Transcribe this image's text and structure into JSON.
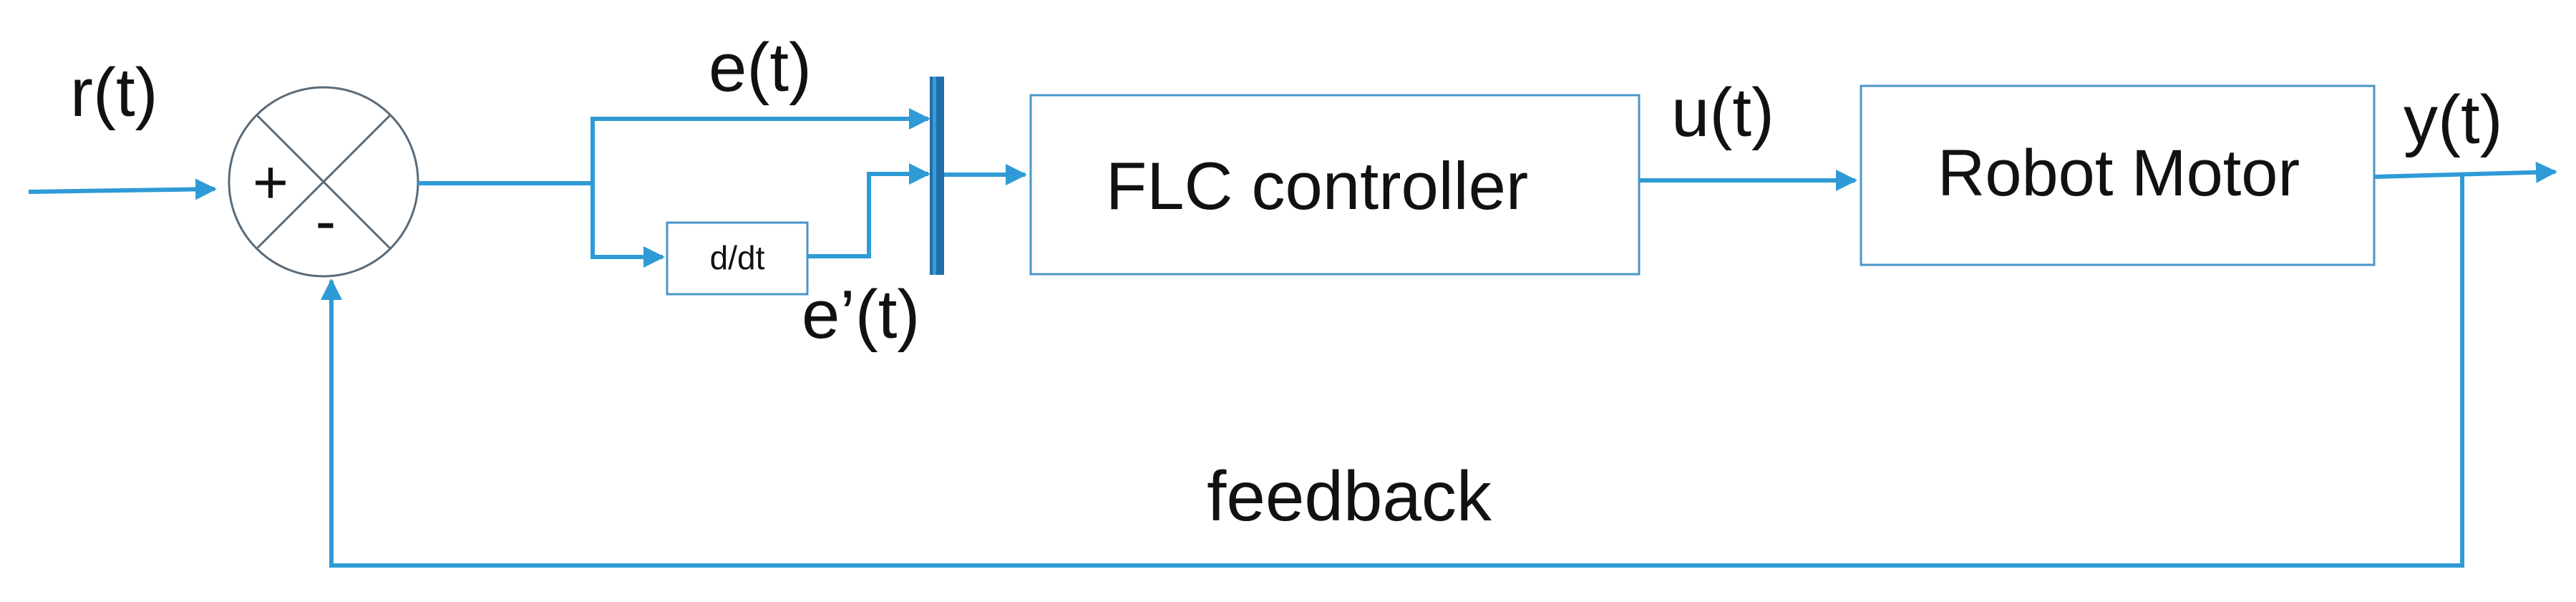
{
  "diagram": {
    "signals": {
      "reference": "r(t)",
      "error": "e(t)",
      "error_derivative": "e’(t)",
      "control": "u(t)",
      "output": "y(t)",
      "feedback": "feedback"
    },
    "summing_junction": {
      "plus_sign": "+",
      "minus_sign": "-"
    },
    "blocks": {
      "derivative": "d/dt",
      "controller": "FLC controller",
      "plant": "Robot Motor"
    },
    "colors": {
      "signal_line": "#2f9bd6",
      "mux_bar": "#1f6fa6",
      "block_border": "#4a95c8"
    }
  }
}
